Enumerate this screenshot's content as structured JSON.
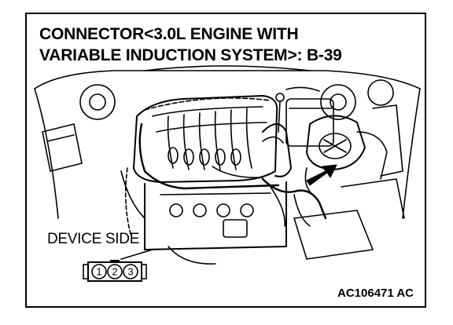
{
  "title": {
    "line1": "CONNECTOR<3.0L ENGINE WITH",
    "line2": "VARIABLE INDUCTION SYSTEM>: B-39"
  },
  "device_side_label": "DEVICE SIDE",
  "connector_pins": [
    "1",
    "2",
    "3"
  ],
  "figure_code": "AC106471 AC",
  "colors": {
    "ink": "#000000",
    "background": "#ffffff"
  }
}
